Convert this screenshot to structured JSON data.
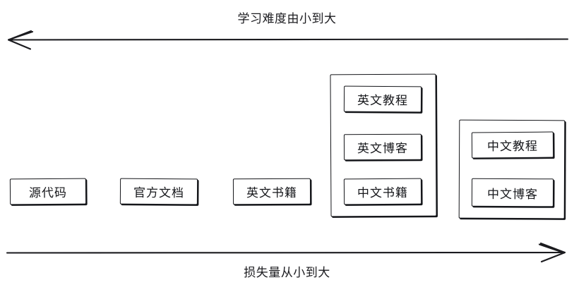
{
  "diagram": {
    "title_top": "学习难度由小到大",
    "title_bottom": "损失量从小到大",
    "stroke_color": "#15161a",
    "background_color": "#ffffff",
    "axes": [
      {
        "name": "difficulty-axis",
        "label": "学习难度由小到大",
        "direction": "left",
        "position": "top"
      },
      {
        "name": "loss-axis",
        "label": "损失量从小到大",
        "direction": "right",
        "position": "bottom"
      }
    ],
    "nodes": [
      {
        "id": "source-code",
        "label": "源代码"
      },
      {
        "id": "official-docs",
        "label": "官方文档"
      },
      {
        "id": "english-books",
        "label": "英文书籍"
      }
    ],
    "groups": [
      {
        "id": "group-middle",
        "items": [
          {
            "id": "english-tutorials",
            "label": "英文教程"
          },
          {
            "id": "english-blogs",
            "label": "英文博客"
          },
          {
            "id": "chinese-books",
            "label": "中文书籍"
          }
        ]
      },
      {
        "id": "group-right",
        "items": [
          {
            "id": "chinese-tutorials",
            "label": "中文教程"
          },
          {
            "id": "chinese-blogs",
            "label": "中文博客"
          }
        ]
      }
    ]
  }
}
